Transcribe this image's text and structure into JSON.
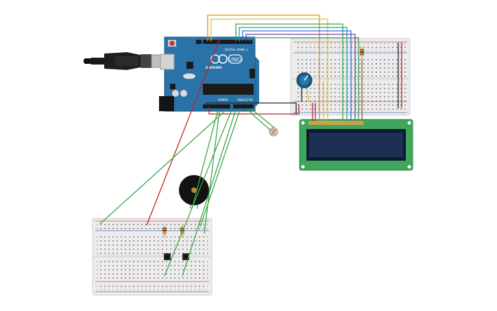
{
  "board": {
    "name": "UNO",
    "brand": "ARDUINO",
    "digital_label": "DIGITAL (PWM~)",
    "power_label": "POWER",
    "analog_label": "ANALOG IN"
  },
  "colors": {
    "board": "#2a73a8",
    "board_dark": "#1f5e8c",
    "lcd_pcb": "#3fa65b",
    "lcd_screen": "#1c2f55",
    "breadboard": "#ececec",
    "wire_red": "#c41e1e",
    "wire_black": "#222222",
    "wire_green": "#3aa545",
    "wire_orange": "#e38a1b",
    "wire_yellow": "#e3c21b",
    "wire_teal": "#2aa0a0",
    "wire_blue": "#2f6fd1",
    "wire_purple": "#6a3fb3",
    "wire_magenta": "#b0256d"
  },
  "components": {
    "usb_cable": "usb-cable",
    "lcd": "lcd-16x2",
    "potentiometer": "potentiometer",
    "photoresistor": "photoresistor",
    "buzzer": "piezo-buzzer",
    "buttons": [
      "pushbutton-1",
      "pushbutton-2"
    ],
    "resistors": [
      "resistor-1",
      "resistor-2",
      "resistor-3"
    ]
  }
}
